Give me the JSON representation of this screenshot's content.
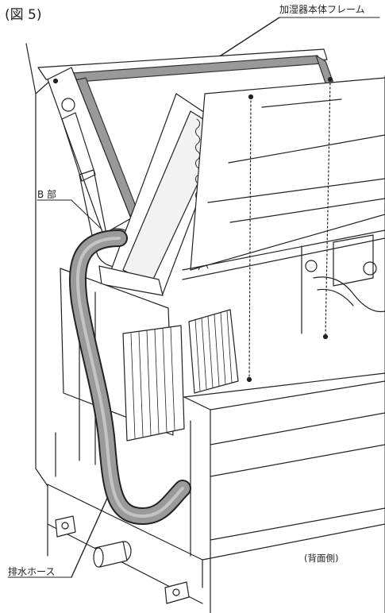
{
  "figure": {
    "title": "(図 5)",
    "labels": {
      "frame": "加湿器本体フレーム",
      "part_b": "B 部",
      "hose": "排水ホース",
      "back_side": "(背面側)"
    }
  }
}
